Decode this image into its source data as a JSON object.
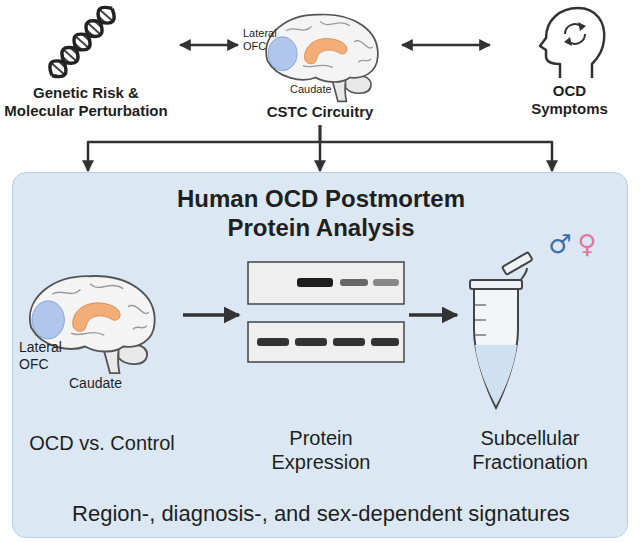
{
  "diagram": {
    "nodes": [
      {
        "text": [
          "Genetic Risk & Molecular Perturbation"
        ]
      },
      {
        "text": [
          "Lateral OFC",
          "Caudate",
          "CSTC Circuitry"
        ]
      },
      {
        "text": [
          "OCD Symptoms"
        ]
      },
      {
        "text": [
          "Human OCD Postmortem Protein Analysis",
          "Region-, diagnosis-, and sex-dependent signatures"
        ]
      },
      {
        "text": [
          "Lateral OFC",
          "Caudate",
          "OCD vs. Control"
        ],
        "in": 3
      },
      {
        "text": [
          "Protein Expression"
        ],
        "in": 3
      },
      {
        "text": [
          "♂",
          "♀",
          "Subcellular Fractionation"
        ],
        "in": 3
      }
    ],
    "edges": [
      {
        "from": 0,
        "to": 1,
        "arrow": "both"
      },
      {
        "from": 1,
        "to": 2,
        "arrow": "both"
      },
      {
        "from": 1,
        "to": 3,
        "arrow": "to"
      },
      {
        "from": 4,
        "to": 5,
        "arrow": "to"
      },
      {
        "from": 5,
        "to": 6,
        "arrow": "to"
      }
    ]
  }
}
